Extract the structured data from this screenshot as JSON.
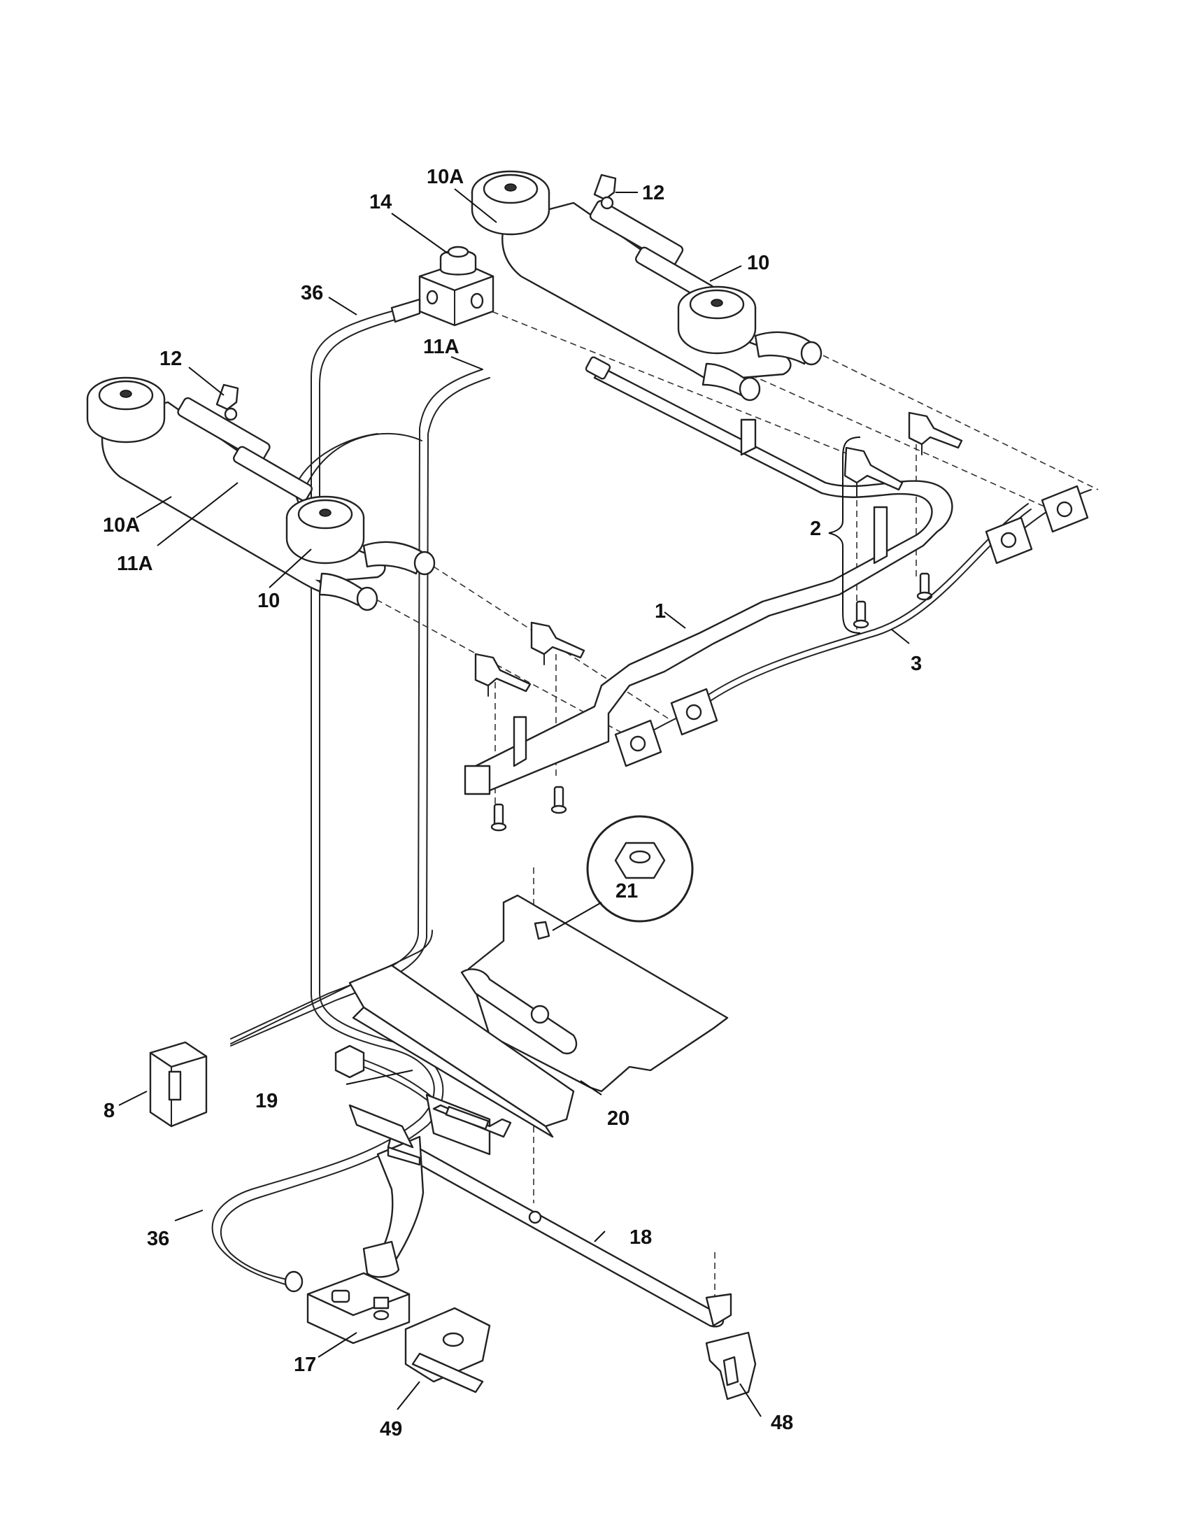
{
  "diagram": {
    "callouts": [
      {
        "id": "c-10a-top",
        "text": "10A"
      },
      {
        "id": "c-12-top",
        "text": "12"
      },
      {
        "id": "c-14",
        "text": "14"
      },
      {
        "id": "c-10-top",
        "text": "10"
      },
      {
        "id": "c-36-top",
        "text": "36"
      },
      {
        "id": "c-11a-top",
        "text": "11A"
      },
      {
        "id": "c-12-left",
        "text": "12"
      },
      {
        "id": "c-10a-left",
        "text": "10A"
      },
      {
        "id": "c-11a-left",
        "text": "11A"
      },
      {
        "id": "c-10-left",
        "text": "10"
      },
      {
        "id": "c-2",
        "text": "2"
      },
      {
        "id": "c-1",
        "text": "1"
      },
      {
        "id": "c-3",
        "text": "3"
      },
      {
        "id": "c-21",
        "text": "21"
      },
      {
        "id": "c-8",
        "text": "8"
      },
      {
        "id": "c-19",
        "text": "19"
      },
      {
        "id": "c-20",
        "text": "20"
      },
      {
        "id": "c-36-bottom",
        "text": "36"
      },
      {
        "id": "c-18",
        "text": "18"
      },
      {
        "id": "c-17",
        "text": "17"
      },
      {
        "id": "c-49",
        "text": "49"
      },
      {
        "id": "c-48",
        "text": "48"
      }
    ]
  }
}
